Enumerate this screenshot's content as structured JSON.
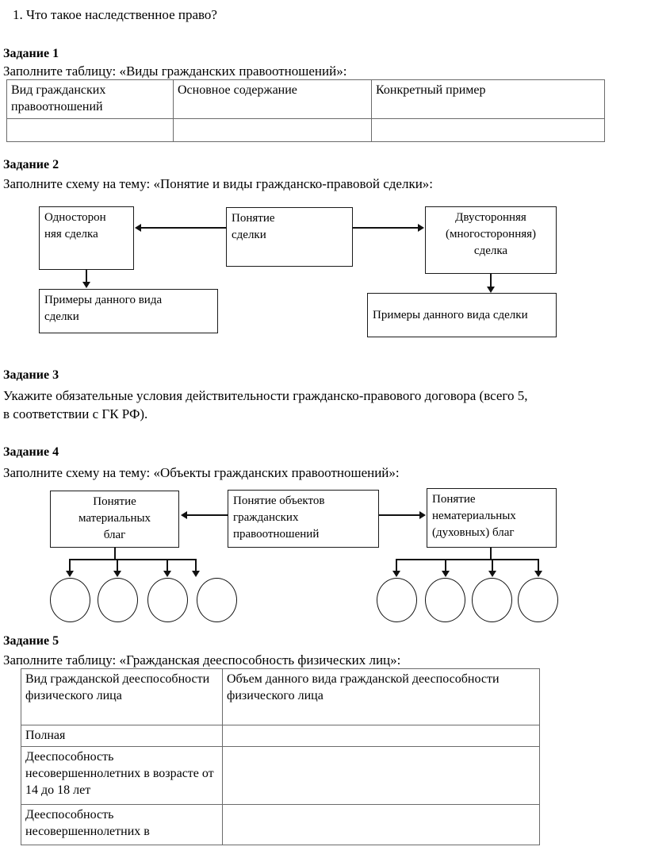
{
  "document": {
    "question": "1. Что такое наследственное право?"
  },
  "tasks": [
    {
      "label": "Задание 1",
      "instruction": "Заполните таблицу: «Виды гражданских правоотношений»:"
    },
    {
      "label": "Задание 2",
      "instruction": "Заполните схему на тему: «Понятие и виды гражданско-правовой сделки»:"
    },
    {
      "label": "Задание 3",
      "instruction_line1": "Укажите обязательные условия действительности гражданско-правового договора (всего 5,",
      "instruction_line2": "в соответствии с ГК РФ)."
    },
    {
      "label": "Задание 4",
      "instruction": "Заполните схему на тему: «Объекты гражданских правоотношений»:"
    },
    {
      "label": "Задание 5",
      "instruction": "Заполните таблицу: «Гражданская дееспособность физических лиц»:"
    }
  ],
  "table_vidy": {
    "headers": [
      "Вид гражданских правоотношений",
      "Основное содержание",
      "Конкретный пример"
    ],
    "rows": [
      [
        "",
        "",
        ""
      ]
    ]
  },
  "scheme_sdelki": {
    "center": "Понятие\nсделки",
    "left": "Односторон\nняя сделка",
    "right": "Двусторонняя\n(многосторонняя)\nсделка",
    "left_examples": "Примеры данного вида\nсделки",
    "right_examples": "Примеры данного вида сделки"
  },
  "scheme_obyekty": {
    "center": "Понятие объектов\nгражданских\nправоотношений",
    "left": "Понятие\nматериальных\nблаг",
    "right": "Понятие\nнематериальных\n(духовных) благ",
    "left_circle_count": 4,
    "right_circle_count": 4
  },
  "table_deesp": {
    "headers": [
      "Вид гражданской дееспособности физического лица",
      "Объем данного вида гражданской дееспособности физического лица"
    ],
    "rows": [
      [
        "Полная",
        ""
      ],
      [
        "Дееспособность несовершеннолетних в возрасте от 14 до 18 лет",
        ""
      ],
      [
        "Дееспособность несовершеннолетних в",
        ""
      ]
    ]
  },
  "colors": {
    "ink": "#000000",
    "rule": "#6b6b6b",
    "diagram_stroke": "#111111",
    "page": "#ffffff"
  }
}
